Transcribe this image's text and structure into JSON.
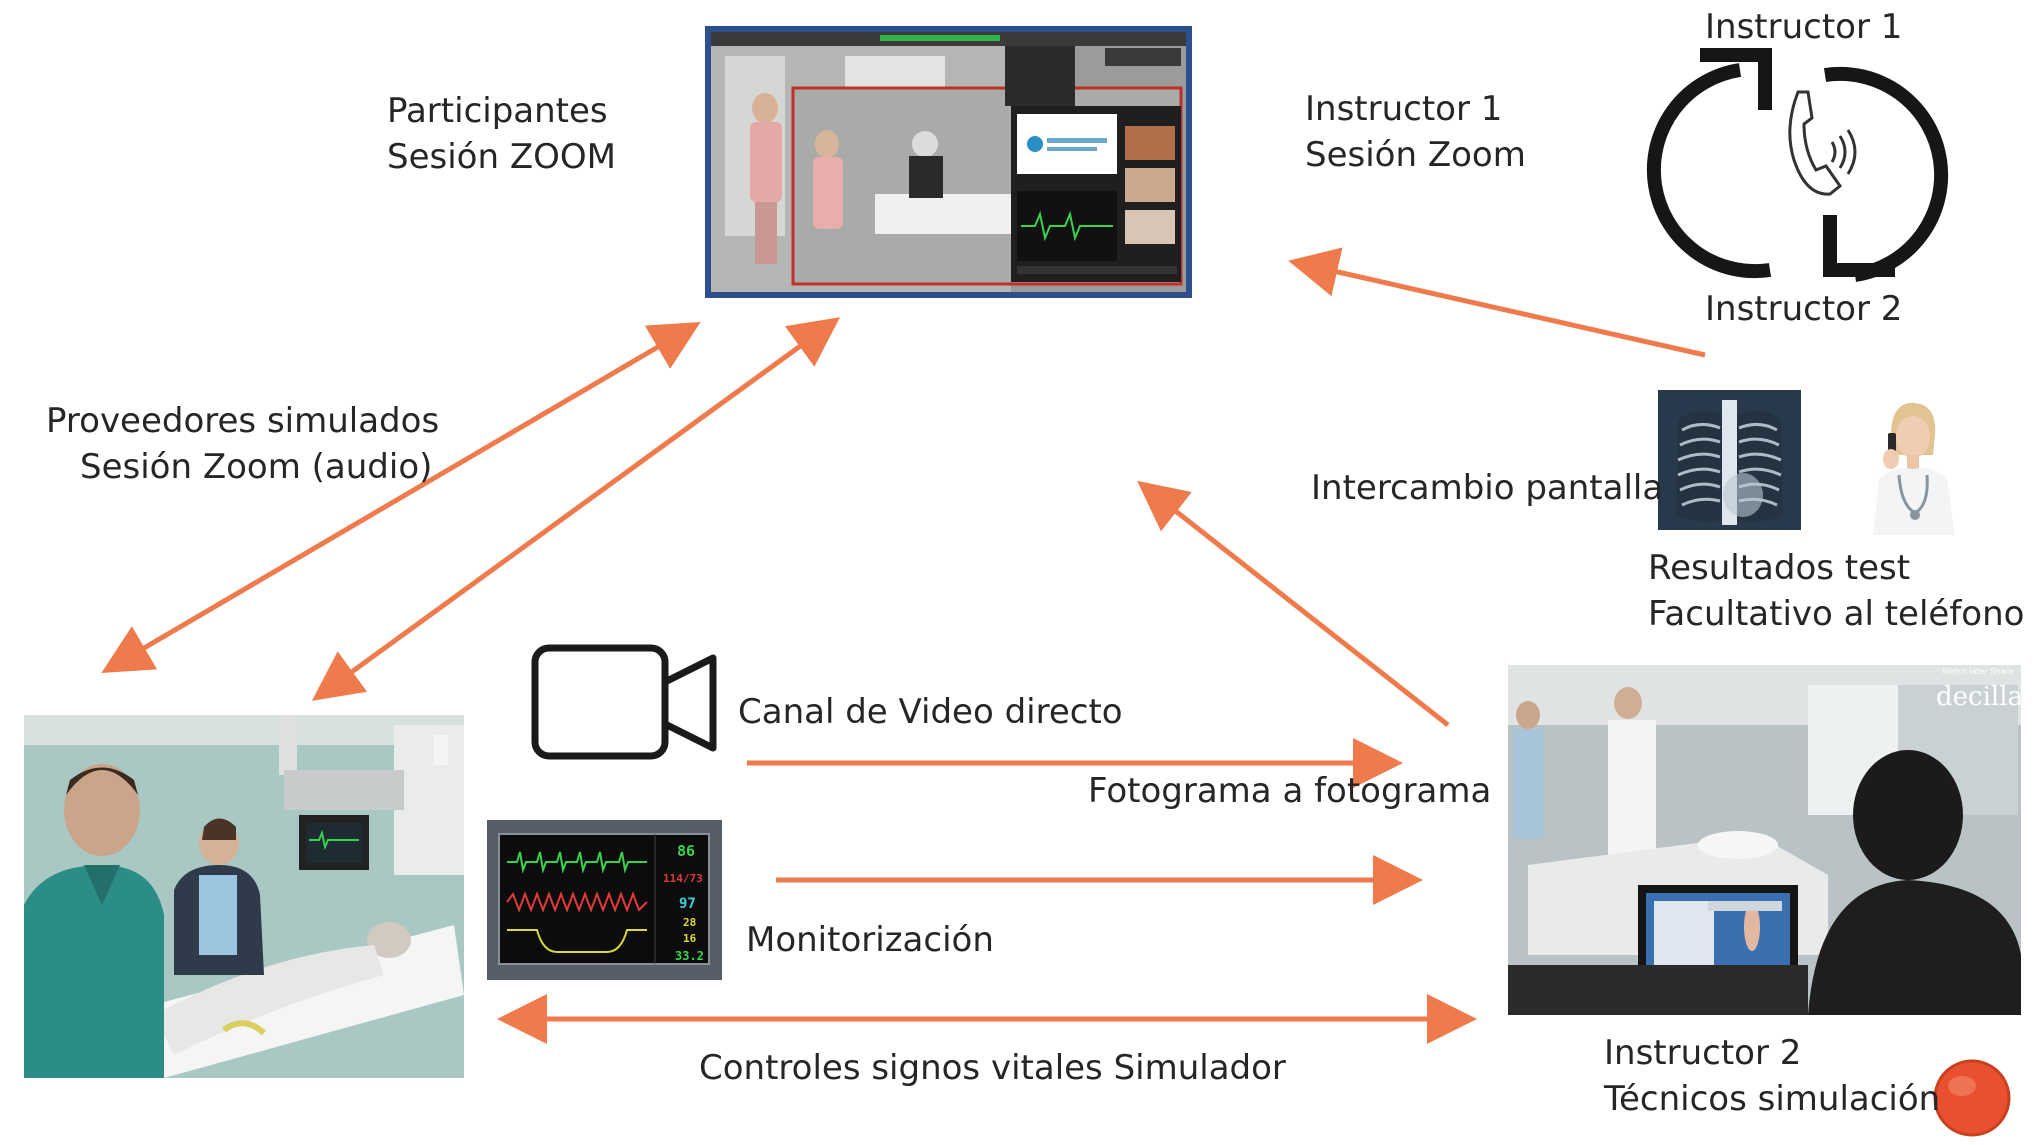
{
  "labels": {
    "participantes": [
      "Participantes",
      "Sesión ZOOM"
    ],
    "instructor1_zoom": [
      "Instructor 1",
      "Sesión Zoom"
    ],
    "cycle_top": "Instructor 1",
    "cycle_bottom": "Instructor 2",
    "proveedores": [
      "Proveedores simulados",
      "Sesión Zoom (audio)"
    ],
    "intercambio": "Intercambio pantalla",
    "resultados": [
      "Resultados test",
      "Facultativo al teléfono"
    ],
    "canal_video": "Canal de Video directo",
    "fotograma": "Fotograma a fotograma",
    "monitorizacion": "Monitorización",
    "controles": "Controles signos vitales Simulador",
    "instructor2_tecnicos": [
      "Instructor 2",
      "Técnicos simulación"
    ]
  },
  "monitor_values": [
    "86",
    "114/73",
    "97",
    "28",
    "16",
    "33.2"
  ],
  "screen_overlay_text": {
    "brand": "decilla",
    "corner": "Watch later  Share"
  },
  "icons": [
    "video-camera-icon",
    "phone-icon",
    "cycle-arrows-icon",
    "record-circle-icon"
  ],
  "colors": {
    "arrow": "#ef7a4b",
    "text": "#262626",
    "zoom_border": "#2d4f8c",
    "record": "#e8502f"
  }
}
